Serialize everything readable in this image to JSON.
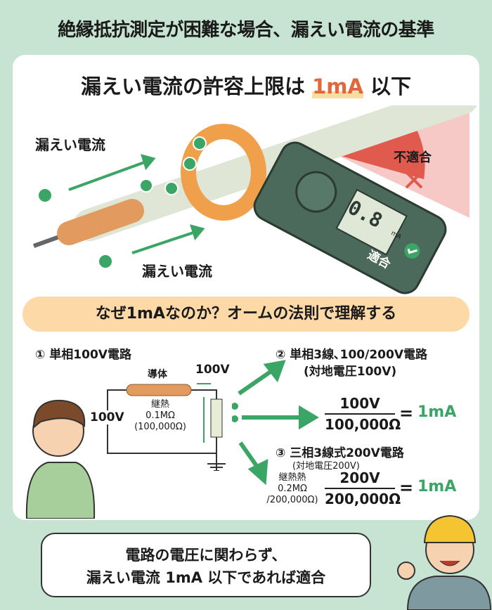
{
  "title": "絶縁抵抗測定が困難な場合、漏えい電流の基準",
  "headline": {
    "prefix": "漏えい電流の許容上限は ",
    "value": "1mA",
    "suffix": " 以下"
  },
  "illustration": {
    "leak_label_top": "漏えい電流",
    "leak_label_bottom": "漏えい電流",
    "fail_label": "不適合",
    "pass_label": "適合",
    "meter_reading": "0.8",
    "meter_unit": "mA"
  },
  "banner": "なぜ1mAなのか？オームの法則で理解する",
  "circuit1": {
    "title": "① 単相100V電路",
    "conductor": "導体",
    "voltage_top": "100V",
    "voltage_left": "100V",
    "resistance_name": "継熱",
    "resistance": "0.1MΩ",
    "resistance_full": "(100,000Ω)"
  },
  "circuit2": {
    "title": "② 単相3線､100/200V電路",
    "subtitle": "(対地電圧100V)",
    "numerator": "100V",
    "denominator": "100,000Ω",
    "result": "1mA"
  },
  "circuit3": {
    "title": "③ 三相3線式200V電路",
    "subtitle": "(対地電圧200V)",
    "resistance_name": "継熱熱",
    "resistance": "0.2MΩ",
    "resistance_full": "/200,000Ω)",
    "numerator": "200V",
    "denominator": "200,000Ω",
    "result": "1mA"
  },
  "equals": "=",
  "bubble": {
    "line1": "電路の電圧に関わらず、",
    "line2": "漏えい電流 1mA 以下であれば適合"
  },
  "colors": {
    "background": "#c6e4d1",
    "accent_orange": "#e0683a",
    "green": "#3aa564",
    "fail_red": "#e05a4e"
  }
}
